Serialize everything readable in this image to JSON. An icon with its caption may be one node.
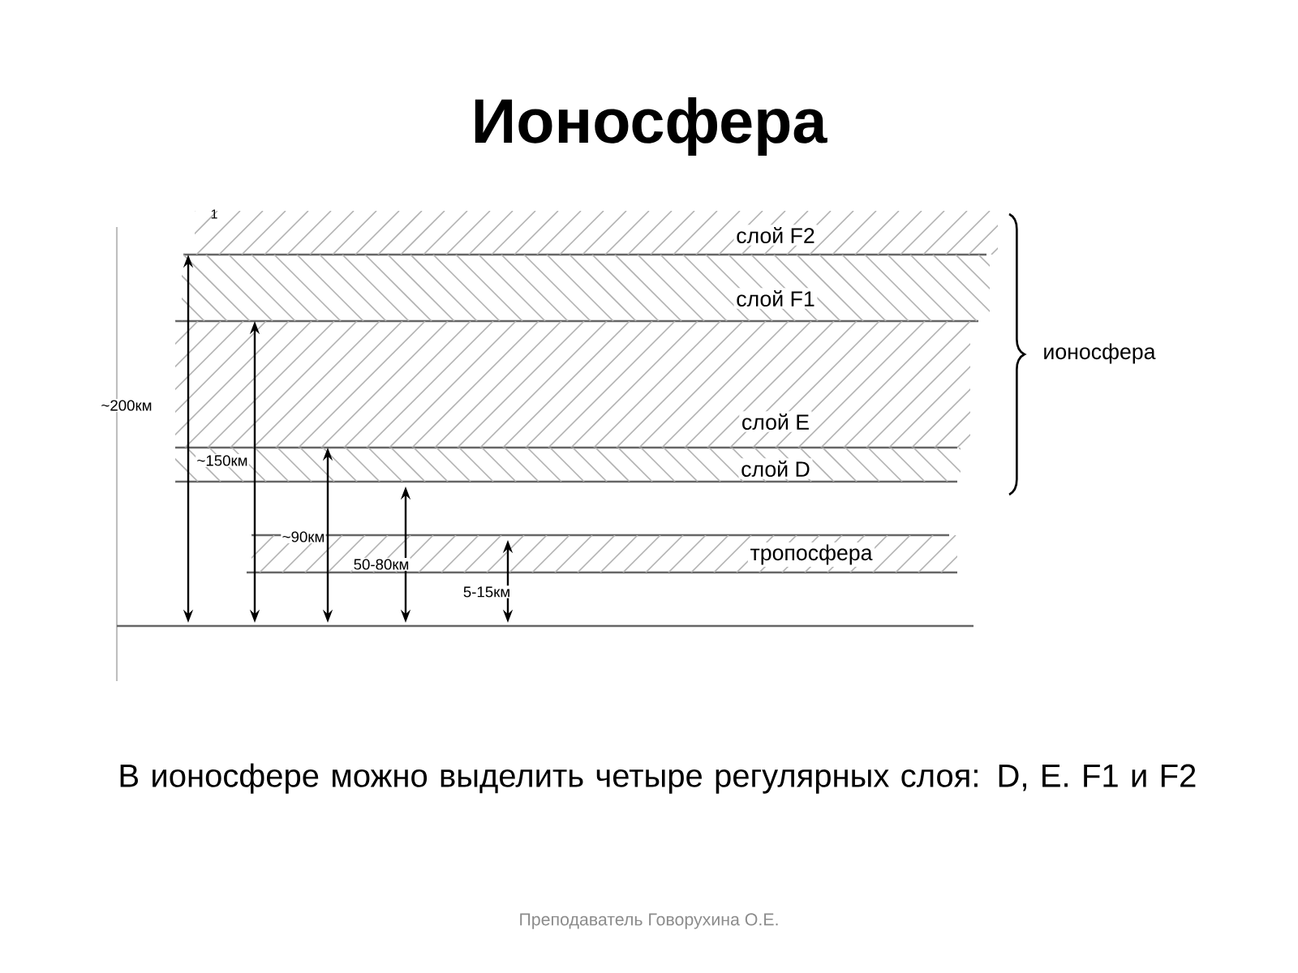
{
  "diagram": {
    "title": "Ионосфера",
    "caption": "В ионосфере можно выделить четыре регулярных слоя: D, E. F1 и F2",
    "nodes": [
      {
        "text": [
          "слой F2"
        ]
      },
      {
        "text": [
          "слой F1"
        ]
      },
      {
        "text": [
          "слой E"
        ]
      },
      {
        "text": [
          "слой D"
        ]
      },
      {
        "text": [
          "тропосфера"
        ]
      }
    ],
    "labels": [
      "1",
      "~200км",
      "~150км",
      "~90км",
      "50-80км",
      "5-15км",
      "ионосфера",
      "Преподаватель Говорухина О.Е."
    ]
  }
}
